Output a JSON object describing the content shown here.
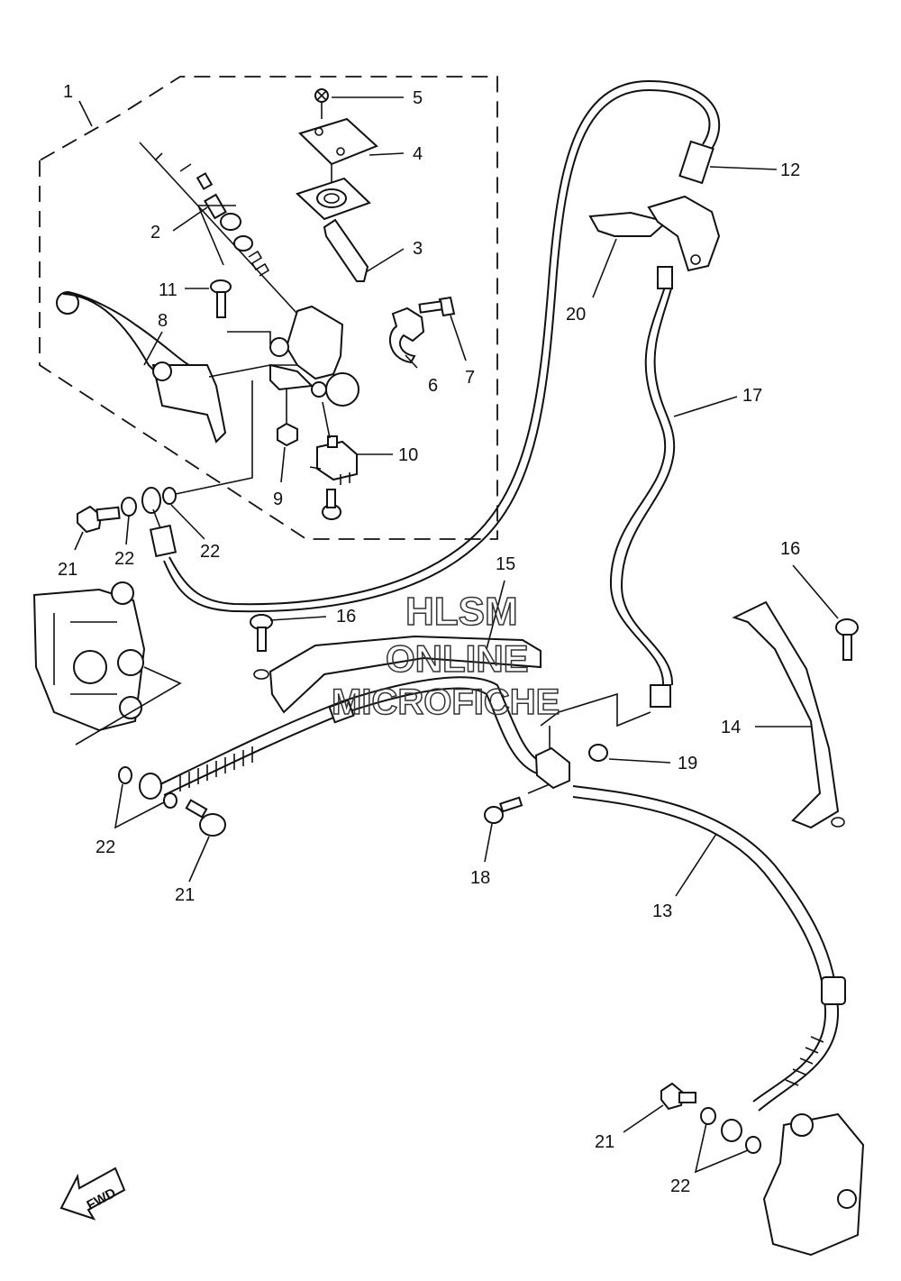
{
  "callouts": {
    "c1": "1",
    "c2": "2",
    "c3": "3",
    "c4": "4",
    "c5": "5",
    "c6": "6",
    "c7": "7",
    "c8": "8",
    "c9": "9",
    "c10": "10",
    "c11": "11",
    "c12": "12",
    "c13": "13",
    "c14": "14",
    "c15": "15",
    "c16a": "16",
    "c16b": "16",
    "c17": "17",
    "c18": "18",
    "c19": "19",
    "c20": "20",
    "c21a": "21",
    "c21b": "21",
    "c21c": "21",
    "c22a": "22",
    "c22b": "22",
    "c22c": "22",
    "c22d": "22"
  },
  "watermark": {
    "line1": "HLSM",
    "line2": "ONLINE",
    "line3": "MICROFICHE"
  },
  "fwd_label": "FWD",
  "colors": {
    "ink": "#111111",
    "background": "#ffffff"
  }
}
